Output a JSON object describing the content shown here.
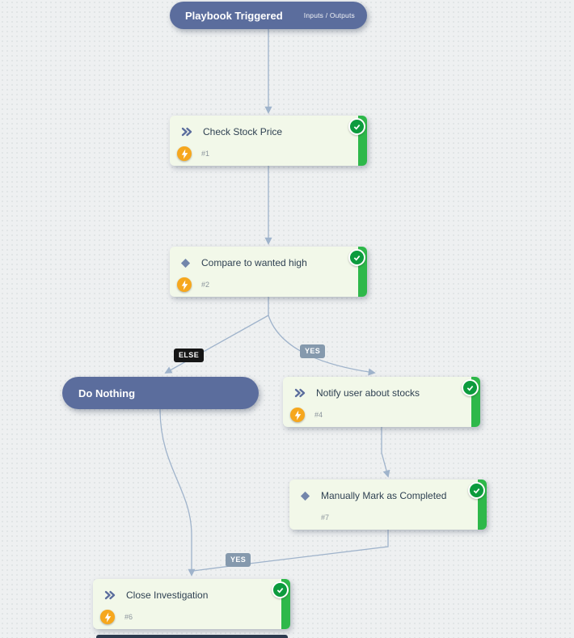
{
  "nodes": {
    "trigger": {
      "title": "Playbook Triggered",
      "inputs_outputs_label": "Inputs / Outputs"
    },
    "check_stock": {
      "title": "Check Stock Price",
      "number": "#1",
      "status": "completed",
      "type": "automation"
    },
    "compare_high": {
      "title": "Compare to wanted high",
      "number": "#2",
      "status": "completed",
      "type": "condition"
    },
    "do_nothing": {
      "title": "Do Nothing",
      "type": "title"
    },
    "notify_user": {
      "title": "Notify user about stocks",
      "number": "#4",
      "status": "completed",
      "type": "automation"
    },
    "manual_mark": {
      "title": "Manually Mark as Completed",
      "number": "#7",
      "status": "completed",
      "type": "condition"
    },
    "close_investigation": {
      "title": "Close Investigation",
      "number": "#6",
      "status": "completed",
      "type": "automation"
    }
  },
  "edge_labels": {
    "else_branch": "ELSE",
    "yes_branch": "YES",
    "yes_bottom_branch": "YES"
  },
  "icons": {
    "automation": "double-chevron-icon",
    "condition": "diamond-icon",
    "quiet_mode": "lightning-icon",
    "completed": "check-icon"
  },
  "colors": {
    "canvas_bg": "#eef0f1",
    "dark_node": "#5b6d9d",
    "task_bg": "#f2f8e9",
    "status_bar_green": "#2eb84a",
    "check_badge_green": "#0c9b3d",
    "bolt_orange": "#f6a71d",
    "edge_line": "#9fb3cb",
    "else_badge_bg": "#161616",
    "yes_badge_bg": "#8599ad"
  }
}
